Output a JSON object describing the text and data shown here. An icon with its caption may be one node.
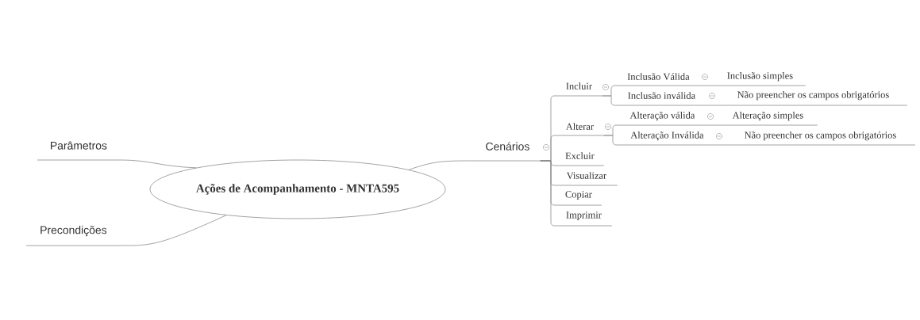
{
  "diagram": {
    "nodes": [
      {
        "text": [
          "Ações de Acompanhamento - MNTA595"
        ]
      },
      {
        "text": [
          "Parâmetros"
        ]
      },
      {
        "text": [
          "Precondições"
        ]
      },
      {
        "text": [
          "Cenários"
        ]
      },
      {
        "text": [
          "Incluir"
        ]
      },
      {
        "text": [
          "Inclusão Válida"
        ]
      },
      {
        "text": [
          "Inclusão simples"
        ]
      },
      {
        "text": [
          "Inclusão inválida"
        ]
      },
      {
        "text": [
          "Não preencher os campos obrigatórios"
        ]
      },
      {
        "text": [
          "Alterar"
        ]
      },
      {
        "text": [
          "Alteração válida"
        ]
      },
      {
        "text": [
          "Alteração simples"
        ]
      },
      {
        "text": [
          "Alteração Inválida"
        ]
      },
      {
        "text": [
          "Não preencher os campos obrigatórios"
        ]
      },
      {
        "text": [
          "Excluir"
        ]
      },
      {
        "text": [
          "Visualizar"
        ]
      },
      {
        "text": [
          "Copiar"
        ]
      },
      {
        "text": [
          "Imprimir"
        ]
      }
    ],
    "edges": [
      {
        "from": 0,
        "to": 1,
        "arrow": "none"
      },
      {
        "from": 0,
        "to": 2,
        "arrow": "none"
      },
      {
        "from": 0,
        "to": 3,
        "arrow": "none"
      },
      {
        "from": 3,
        "to": 4,
        "arrow": "none"
      },
      {
        "from": 3,
        "to": 9,
        "arrow": "none"
      },
      {
        "from": 3,
        "to": 14,
        "arrow": "none"
      },
      {
        "from": 3,
        "to": 15,
        "arrow": "none"
      },
      {
        "from": 3,
        "to": 16,
        "arrow": "none"
      },
      {
        "from": 3,
        "to": 17,
        "arrow": "none"
      },
      {
        "from": 4,
        "to": 5,
        "arrow": "none"
      },
      {
        "from": 4,
        "to": 7,
        "arrow": "none"
      },
      {
        "from": 5,
        "to": 6,
        "arrow": "none"
      },
      {
        "from": 7,
        "to": 8,
        "arrow": "none"
      },
      {
        "from": 9,
        "to": 10,
        "arrow": "none"
      },
      {
        "from": 9,
        "to": 12,
        "arrow": "none"
      },
      {
        "from": 10,
        "to": 11,
        "arrow": "none"
      },
      {
        "from": 12,
        "to": 13,
        "arrow": "none"
      }
    ]
  }
}
